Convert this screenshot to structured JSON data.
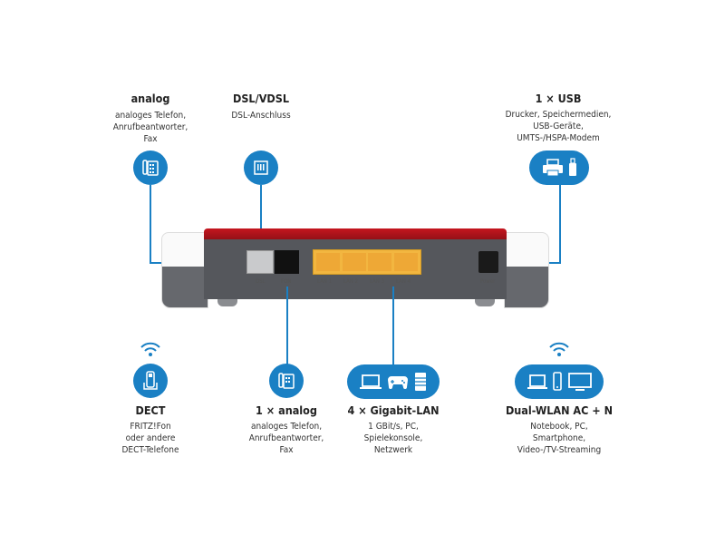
{
  "top": [
    {
      "title": "analog",
      "lines": [
        "analoges Telefon,",
        "Anrufbeantworter,",
        "Fax"
      ],
      "icon": "phone-icon"
    },
    {
      "title": "DSL/VDSL",
      "lines": [
        "DSL-Anschluss"
      ],
      "icon": "dsl-port-icon"
    },
    {
      "title": "1 × USB",
      "lines": [
        "Drucker, Speichermedien,",
        "USB-Geräte,",
        "UMTS-/HSPA-Modem"
      ],
      "icon": "printer-usb-icon"
    }
  ],
  "bottom": [
    {
      "title": "DECT",
      "lines": [
        "FRITZ!Fon",
        "oder andere",
        "DECT-Telefone"
      ],
      "icon": "cordless-phone-icon"
    },
    {
      "title": "1 × analog",
      "lines": [
        "analoges Telefon,",
        "Anrufbeantworter,",
        "Fax"
      ],
      "icon": "phone-icon"
    },
    {
      "title": "4 × Gigabit-LAN",
      "lines": [
        "1 GBit/s, PC,",
        "Spielekonsole,",
        "Netzwerk"
      ],
      "icon": "lan-devices-icon"
    },
    {
      "title": "Dual-WLAN AC + N",
      "lines": [
        "Notebook, PC,",
        "Smartphone,",
        "Video-/TV-Streaming"
      ],
      "icon": "wlan-devices-icon"
    }
  ],
  "ports": [
    "DSL",
    "FON",
    "LAN 1",
    "LAN 2",
    "LAN 3",
    "LAN 4",
    "Power"
  ],
  "colors": {
    "accent": "#1a80c4",
    "router_red": "#b0121b",
    "lan_yellow": "#f2b640",
    "body": "#55575c"
  }
}
